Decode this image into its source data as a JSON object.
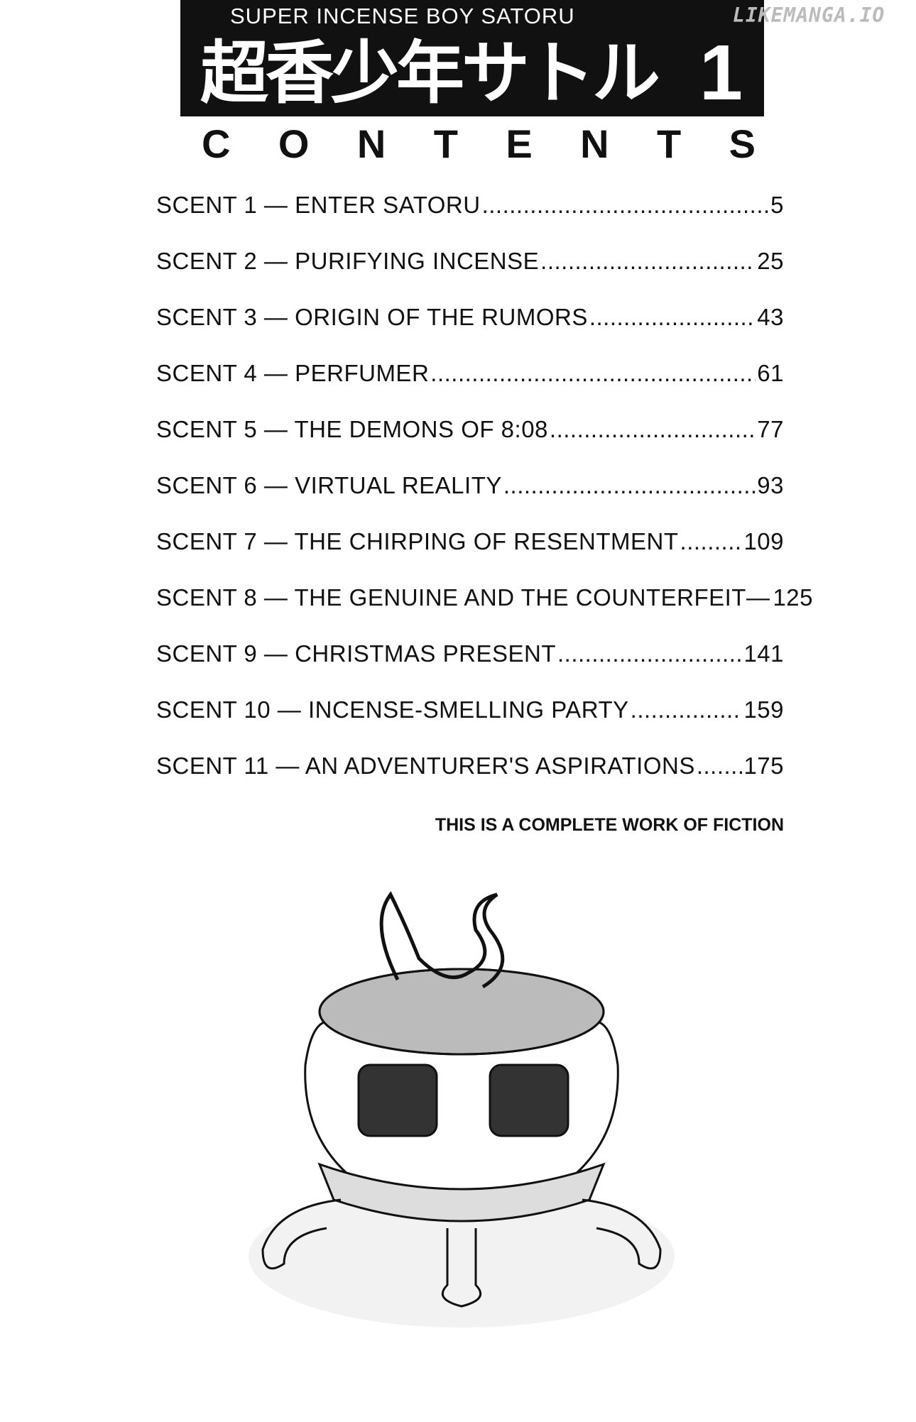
{
  "header": {
    "subtitle": "SUPER INCENSE BOY SATORU",
    "japanese_title": "超香少年サトル",
    "volume": "1",
    "watermark": "LIKEMANGA.IO"
  },
  "contents_heading": [
    "C",
    "O",
    "N",
    "T",
    "E",
    "N",
    "T",
    "S"
  ],
  "toc": [
    {
      "label": "SCENT 1 — ENTER SATORU",
      "page": "5"
    },
    {
      "label": "SCENT 2 — PURIFYING INCENSE",
      "page": "25"
    },
    {
      "label": "SCENT 3 — ORIGIN OF THE RUMORS",
      "page": "43"
    },
    {
      "label": "SCENT 4 — PERFUMER",
      "page": "61"
    },
    {
      "label": "SCENT 5 — THE DEMONS OF 8:08",
      "page": "77"
    },
    {
      "label": "SCENT 6 — VIRTUAL REALITY",
      "page": "93"
    },
    {
      "label": "SCENT 7 — THE CHIRPING OF RESENTMENT",
      "page": "109"
    },
    {
      "label": "SCENT 8 — THE GENUINE AND THE COUNTERFEIT—",
      "page": "125"
    },
    {
      "label": "SCENT 9 — CHRISTMAS PRESENT",
      "page": "141"
    },
    {
      "label": "SCENT 10 — INCENSE-SMELLING PARTY",
      "page": "159"
    },
    {
      "label": "SCENT 11 — AN ADVENTURER'S ASPIRATIONS",
      "page": "175"
    }
  ],
  "disclaimer": "THIS IS A COMPLETE WORK OF FICTION"
}
